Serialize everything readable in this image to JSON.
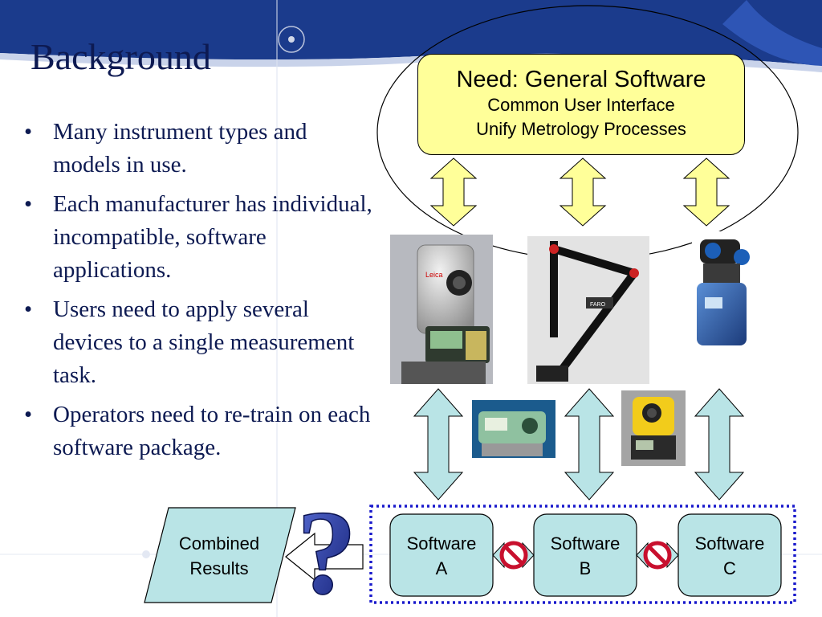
{
  "title": "Background",
  "bullets": [
    "Many instrument types and models in use.",
    "Each manufacturer has individual, incompatible, software applications.",
    "Users need to apply several devices to a single measurement task.",
    "Operators need to re-train on each software package."
  ],
  "need_box": {
    "title": "Need:  General Software",
    "line1": "Common User Interface",
    "line2": "Unify Metrology Processes"
  },
  "results": {
    "line1": "Combined",
    "line2": "Results"
  },
  "question_mark": "?",
  "software": [
    {
      "line1": "Software",
      "line2": "A"
    },
    {
      "line1": "Software",
      "line2": "B"
    },
    {
      "line1": "Software",
      "line2": "C"
    }
  ],
  "colors": {
    "header_blue": "#1b3b8c",
    "title_navy": "#0d1a52",
    "need_fill": "#ffff99",
    "arrow_yellow": "#ffff99",
    "arrow_cyan": "#b9e4e6",
    "box_cyan": "#b9e4e6",
    "dotted_border": "#1a1acc",
    "question_blue": "#1e2f9a"
  },
  "icons": [
    "no-entry-icon",
    "no-entry-icon"
  ]
}
